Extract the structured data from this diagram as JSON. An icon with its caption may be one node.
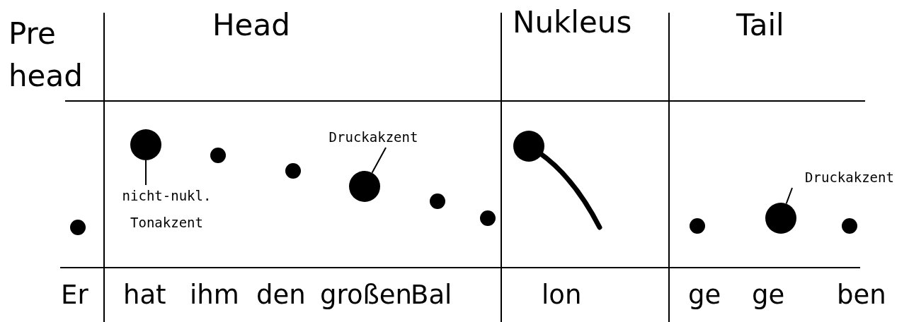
{
  "diagram": {
    "nodes": [
      {
        "text": [],
        "shape": "circle"
      },
      {
        "text": [],
        "shape": "circle"
      },
      {
        "text": [
          "nicht-nukl. Tonakzent"
        ]
      },
      {
        "text": [],
        "shape": "circle"
      },
      {
        "text": [],
        "shape": "circle"
      },
      {
        "text": [
          "Druckakzent"
        ]
      },
      {
        "text": [],
        "shape": "circle"
      },
      {
        "text": [],
        "shape": "circle"
      },
      {
        "text": [],
        "shape": "circle"
      },
      {
        "text": [],
        "shape": "circle"
      },
      {
        "text": [],
        "shape": "circle"
      },
      {
        "text": [
          "Druckakzent"
        ]
      },
      {
        "text": [],
        "shape": "circle"
      },
      {
        "text": [],
        "shape": "circle"
      }
    ],
    "edges": [
      {
        "from": 2,
        "to": 1,
        "arrow": "none"
      },
      {
        "from": 5,
        "to": 6,
        "arrow": "none"
      },
      {
        "from": 11,
        "to": 12,
        "arrow": "none"
      }
    ],
    "labels": [
      "Pre head",
      "Head",
      "Nukleus",
      "Tail",
      "Er",
      "hat",
      "ihm",
      "den",
      "großen",
      "Bal",
      "lon",
      "ge",
      "ge",
      "ben"
    ]
  }
}
